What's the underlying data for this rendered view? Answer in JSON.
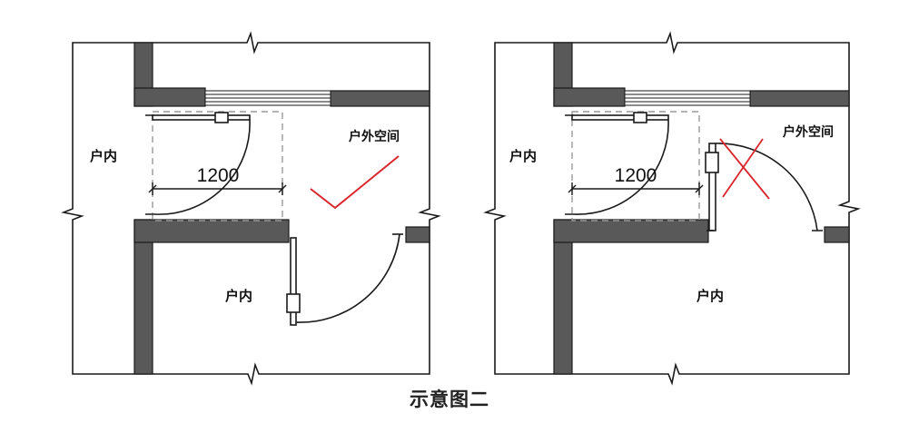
{
  "diagrams": [
    {
      "interior_top": "户内",
      "interior_bottom": "户内",
      "outdoor_space": "户外空间",
      "dimension": "1200",
      "mark": "check"
    },
    {
      "interior_top": "户内",
      "interior_bottom": "户内",
      "outdoor_space": "户外空间",
      "dimension": "1200",
      "mark": "cross"
    }
  ],
  "caption": "示意图二",
  "colors": {
    "wall": "#595959",
    "line": "#1a1a1a",
    "dashed": "#9a9a9a",
    "check_mark": "#d9262c",
    "cross_mark": "#d9262c"
  }
}
